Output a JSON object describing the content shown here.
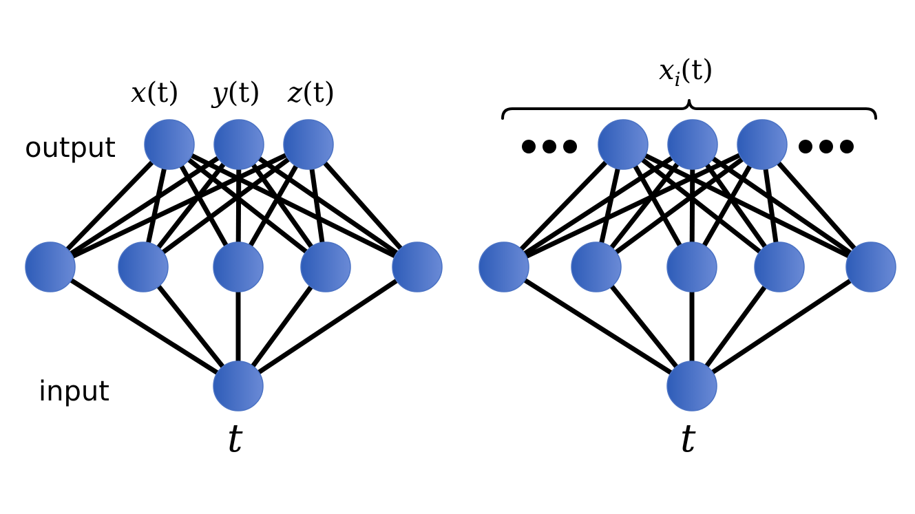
{
  "colors": {
    "node_fill_dark": "#2e5cb8",
    "node_fill_light": "#6a8ad6",
    "edge": "#000000",
    "background": "#ffffff"
  },
  "left_network": {
    "output_label": "output",
    "input_label": "input",
    "output_names": [
      "x",
      "y",
      "z"
    ],
    "output_arg": "(t)",
    "input_name": "t"
  },
  "right_network": {
    "output_name": "x",
    "output_subscript": "i",
    "output_arg": "(t)",
    "input_name": "t"
  }
}
